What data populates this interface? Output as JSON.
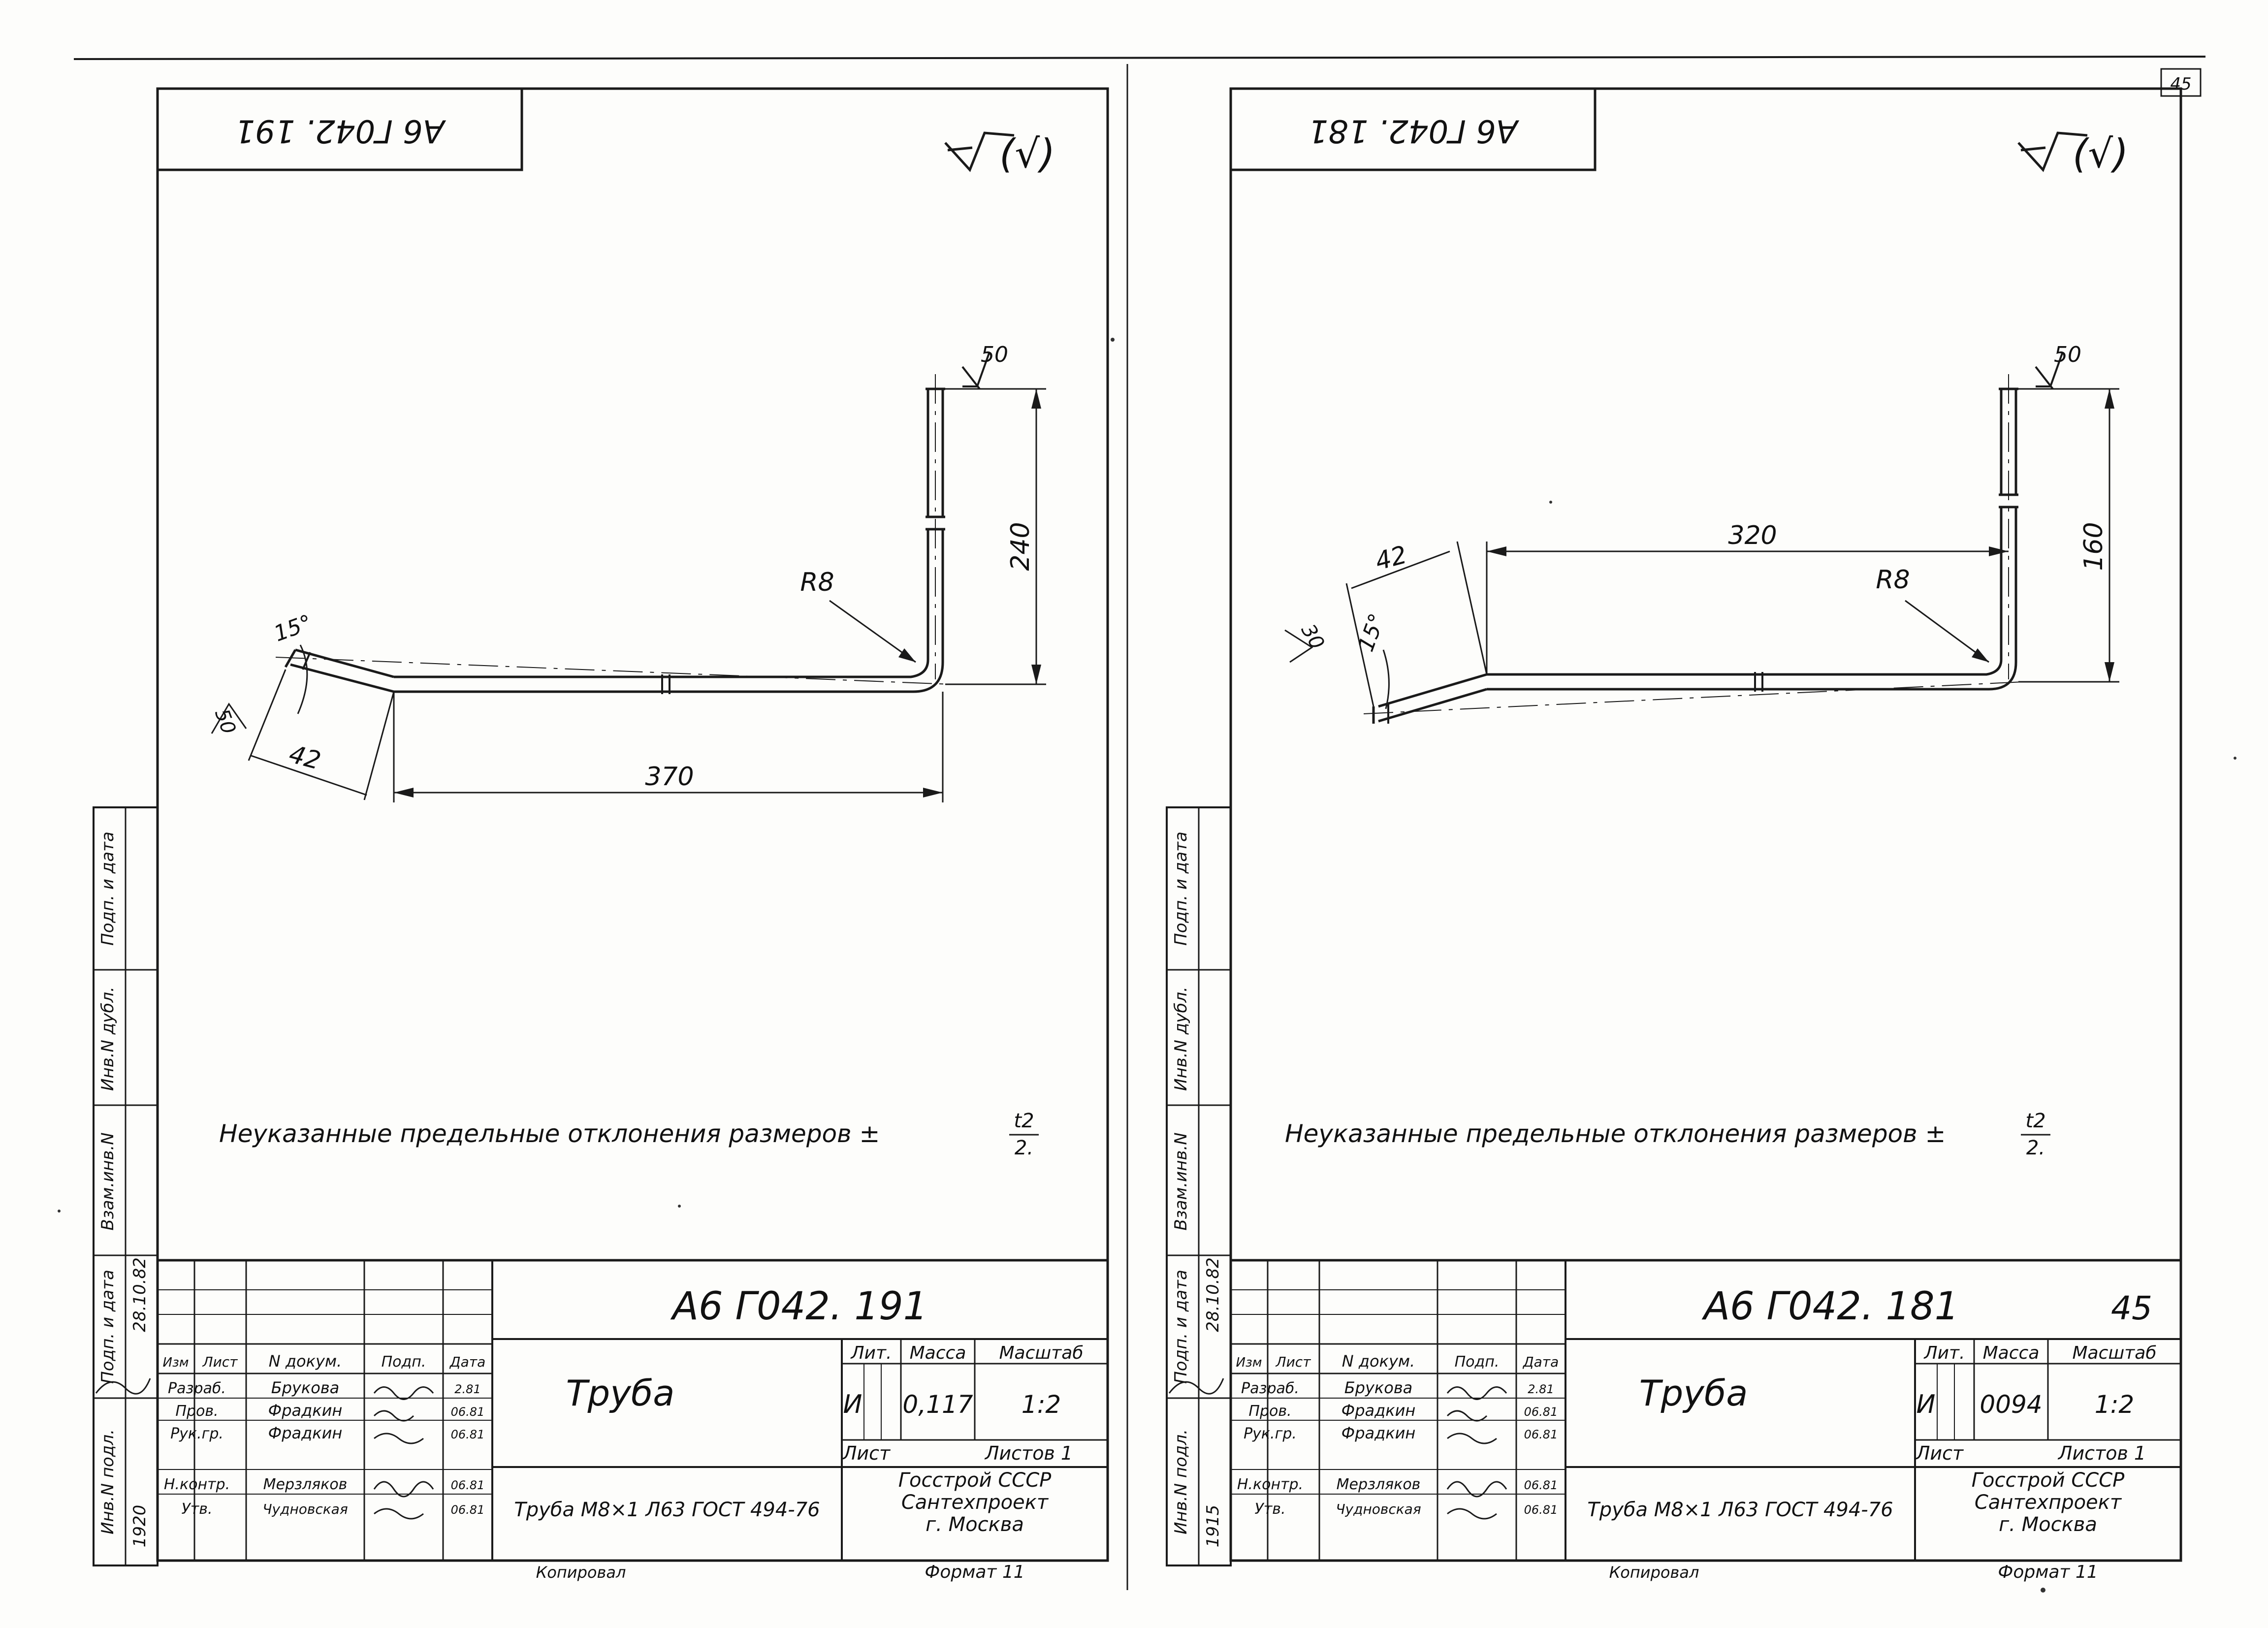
{
  "page": {
    "stamp_number": "45"
  },
  "sheets": [
    {
      "id": "left",
      "code_rotated": "А6 Г042. 191",
      "roughness": "50",
      "dims": {
        "length": "370",
        "height": "240",
        "slant": "42",
        "angle": "15°",
        "end_roughness": "50",
        "radius": "R8"
      },
      "note": "Неуказанные предельные отклонения размеров ±",
      "note_frac_num": "t2",
      "note_frac_den": "2.",
      "side_labels": [
        "Инв.N подл.",
        "Подп. и дата",
        "Взам.инв.N",
        "Инв.N дубл.",
        "Подп. и дата"
      ],
      "side_date": "28.10.82",
      "side_inv": "1920",
      "title_block": {
        "code": "А6 Г042. 191",
        "sheet_no": "",
        "name": "Труба",
        "lit_header": "Лит.",
        "mass_header": "Масса",
        "scale_header": "Масштаб",
        "lit": "И",
        "mass": "0,117",
        "scale": "1:2",
        "sheet_label": "Лист",
        "sheets_label": "Листов 1",
        "cols": [
          "Изм",
          "Лист",
          "N докум.",
          "Подп.",
          "Дата"
        ],
        "rows": [
          {
            "role": "Разраб.",
            "name": "Брукова",
            "date": "2.81"
          },
          {
            "role": "Пров.",
            "name": "Фрадкин",
            "date": "06.81"
          },
          {
            "role": "Рук.гр.",
            "name": "Фрадкин",
            "date": "06.81"
          },
          {
            "role": "Н.контр.",
            "name": "Мерзляков",
            "date": "06.81"
          },
          {
            "role": "Утв.",
            "name": "Чудновская",
            "date": "06.81"
          }
        ],
        "material": "Труба М8×1 Л63 ГОСТ 494-76",
        "org": [
          "Госстрой СССР",
          "Сантехпроект",
          "г. Москва"
        ],
        "copied": "Копировал",
        "format": "Формат 11"
      }
    },
    {
      "id": "right",
      "code_rotated": "А6 Г042. 181",
      "roughness": "50",
      "dims": {
        "length": "320",
        "height": "160",
        "slant": "42",
        "angle": "15°",
        "end_roughness": "30",
        "radius": "R8"
      },
      "note": "Неуказанные предельные отклонения размеров ±",
      "note_frac_num": "t2",
      "note_frac_den": "2.",
      "side_labels": [
        "Инв.N подл.",
        "Подп. и дата",
        "Взам.инв.N",
        "Инв.N дубл.",
        "Подп. и дата"
      ],
      "side_date": "28.10.82",
      "side_inv": "1915",
      "title_block": {
        "code": "А6 Г042. 181",
        "sheet_no": "45",
        "name": "Труба",
        "lit_header": "Лит.",
        "mass_header": "Масса",
        "scale_header": "Масштаб",
        "lit": "И",
        "mass": "0094",
        "scale": "1:2",
        "sheet_label": "Лист",
        "sheets_label": "Листов 1",
        "cols": [
          "Изм",
          "Лист",
          "N докум.",
          "Подп.",
          "Дата"
        ],
        "rows": [
          {
            "role": "Разраб.",
            "name": "Брукова",
            "date": "2.81"
          },
          {
            "role": "Пров.",
            "name": "Фрадкин",
            "date": "06.81"
          },
          {
            "role": "Рук.гр.",
            "name": "Фрадкин",
            "date": "06.81"
          },
          {
            "role": "Н.контр.",
            "name": "Мерзляков",
            "date": "06.81"
          },
          {
            "role": "Утв.",
            "name": "Чудновская",
            "date": "06.81"
          }
        ],
        "material": "Труба М8×1 Л63 ГОСТ 494-76",
        "org": [
          "Госстрой СССР",
          "Сантехпроект",
          "г. Москва"
        ],
        "copied": "Копировал",
        "format": "Формат 11"
      }
    }
  ]
}
